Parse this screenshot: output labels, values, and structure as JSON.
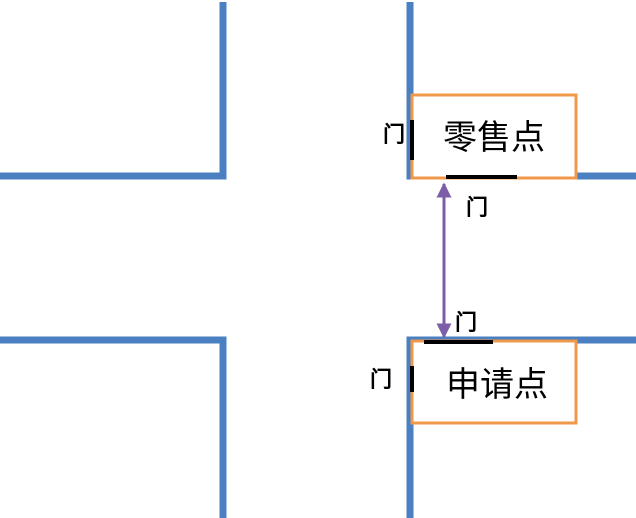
{
  "colors": {
    "road": "#4a7fc1",
    "building_border": "#f0984a",
    "door": "#000000",
    "connector": "#7b5ea7"
  },
  "buildings": {
    "retail": {
      "label": "零售点"
    },
    "application": {
      "label": "申请点"
    }
  },
  "doors": {
    "retail_side": "门",
    "retail_bottom": "门",
    "application_top": "门",
    "application_side": "门"
  }
}
